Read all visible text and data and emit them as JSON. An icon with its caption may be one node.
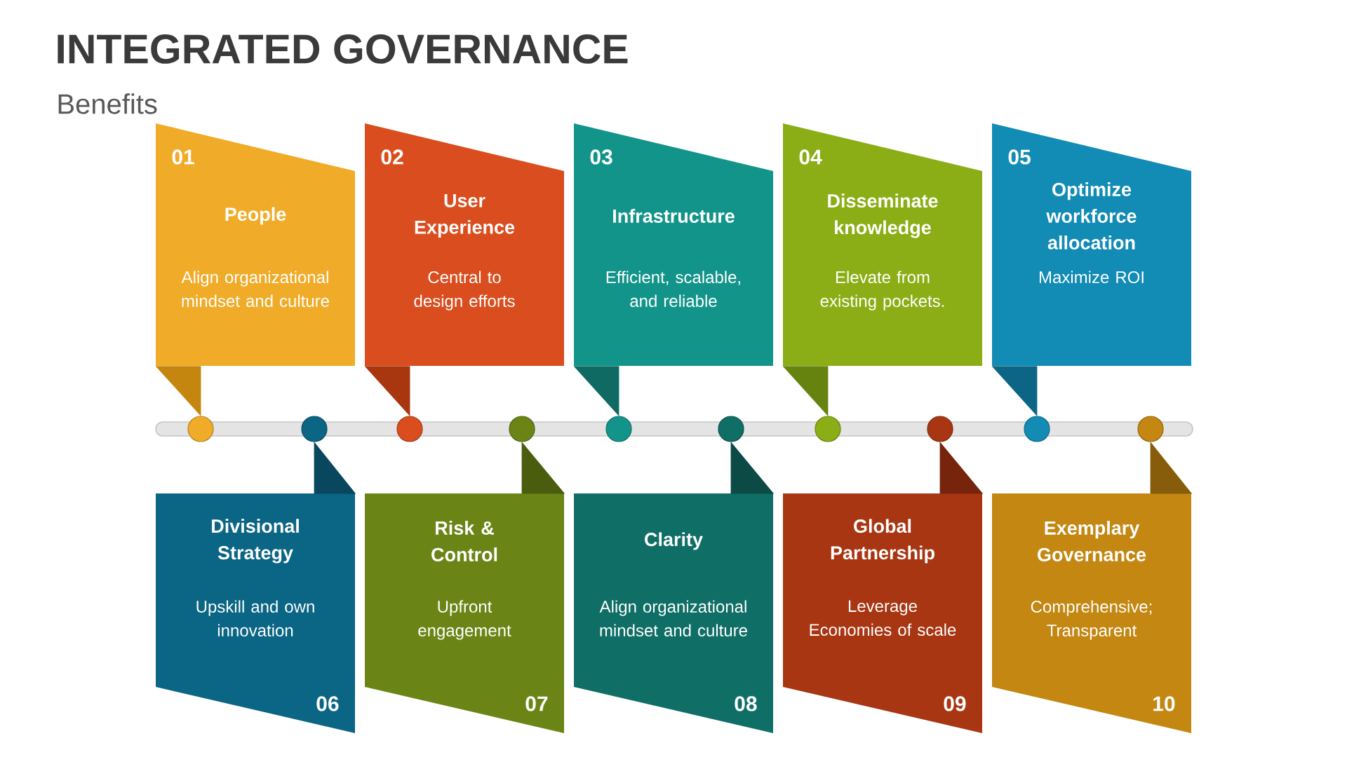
{
  "diagram": {
    "title": "INTEGRATED GOVERNANCE",
    "nodes": [
      {
        "text": [
          "01",
          "People",
          "Align organizational mindset and culture"
        ]
      },
      {
        "text": [
          "02",
          "User Experience",
          "Central to design efforts"
        ]
      },
      {
        "text": [
          "03",
          "Infrastructure",
          "Efficient, scalable, and reliable"
        ]
      },
      {
        "text": [
          "04",
          "Disseminate knowledge",
          "Elevate from existing pockets."
        ]
      },
      {
        "text": [
          "05",
          "Optimize workforce allocation",
          "Maximize ROI"
        ]
      },
      {
        "text": [],
        "shape": "circle"
      },
      {
        "text": [],
        "shape": "circle"
      },
      {
        "text": [],
        "shape": "circle"
      },
      {
        "text": [],
        "shape": "circle"
      },
      {
        "text": [],
        "shape": "circle"
      },
      {
        "text": [],
        "shape": "circle"
      },
      {
        "text": [],
        "shape": "circle"
      },
      {
        "text": [],
        "shape": "circle"
      },
      {
        "text": [],
        "shape": "circle"
      },
      {
        "text": [],
        "shape": "circle"
      },
      {
        "text": [
          "06",
          "Divisional Strategy",
          "Upskill and own innovation"
        ]
      },
      {
        "text": [
          "07",
          "Risk & Control",
          "Upfront engagement"
        ]
      },
      {
        "text": [
          "08",
          "Clarity",
          "Align organizational mindset and culture"
        ]
      },
      {
        "text": [
          "09",
          "Global Partnership",
          "Leverage Economies of scale"
        ]
      },
      {
        "text": [
          "10",
          "Exemplary Governance",
          "Comprehensive; Transparent"
        ]
      }
    ],
    "edges": [
      {
        "from": 0,
        "to": 5,
        "arrow": "to",
        "color": "#c4860f"
      },
      {
        "from": 1,
        "to": 7,
        "arrow": "to",
        "color": "#a8360f"
      },
      {
        "from": 2,
        "to": 9,
        "arrow": "to",
        "color": "#0f6a63"
      },
      {
        "from": 3,
        "to": 11,
        "arrow": "to",
        "color": "#66830f"
      },
      {
        "from": 4,
        "to": 13,
        "arrow": "to",
        "color": "#0d6585"
      },
      {
        "from": 15,
        "to": 6,
        "arrow": "to",
        "color": "#08475e"
      },
      {
        "from": 16,
        "to": 8,
        "arrow": "to",
        "color": "#4a5d0e"
      },
      {
        "from": 17,
        "to": 10,
        "arrow": "to",
        "color": "#0b4a45"
      },
      {
        "from": 18,
        "to": 12,
        "arrow": "to",
        "color": "#76250c"
      },
      {
        "from": 19,
        "to": 14,
        "arrow": "to",
        "color": "#875d0c"
      }
    ],
    "labels": [
      "Benefits"
    ]
  }
}
